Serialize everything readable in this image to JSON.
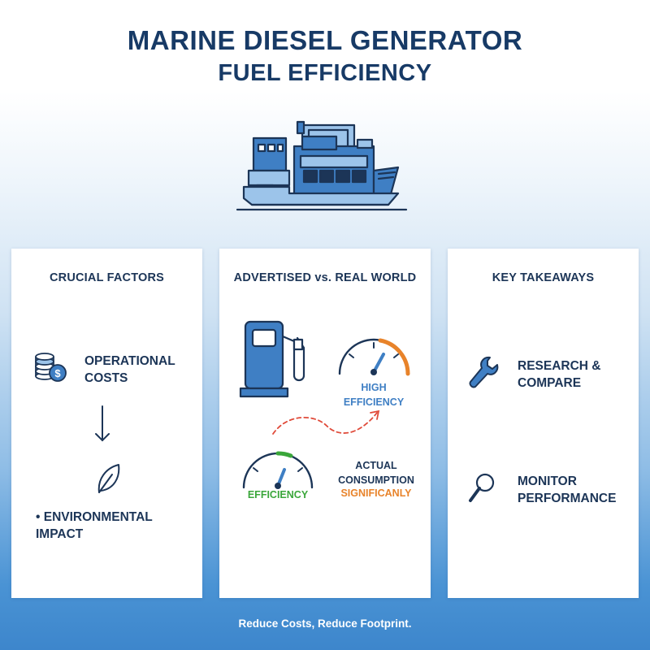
{
  "title": {
    "line1": "MARINE DIESEL GENERATOR",
    "line2": "FUEL EFFICIENCY"
  },
  "cards": {
    "crucial": {
      "title": "CRUCIAL FACTORS",
      "item1": "OPERATIONAL\nCOSTS",
      "item2": "• ENVIRONMENTAL\nIMPACT"
    },
    "advertised": {
      "title": "ADVERTISED vs. REAL WORLD",
      "high_efficiency": "HIGH\nEFFICIENCY",
      "efficiency": "EFFICIENCY",
      "actual_consumption": "ACTUAL\nCONSUMPTION",
      "significantly": "SIGNIFICANLY"
    },
    "takeaways": {
      "title": "KEY TAKEAWAYS",
      "item1": "RESEARCH &\nCOMPARE",
      "item2": "MONITOR\nPERFORMANCE"
    }
  },
  "footer": "Reduce Costs, Reduce Footprint.",
  "colors": {
    "navy": "#1c3557",
    "accent_blue": "#3f7fc4",
    "light_blue": "#9cc4ea",
    "green": "#3aa63a",
    "orange": "#e8832a",
    "red_dashed": "#e04b3a"
  },
  "icons": {
    "header": "ship-generator-icon",
    "coins": "coins-dollar-icon",
    "arrow": "arrow-down-icon",
    "leaf": "leaf-icon",
    "pump": "fuel-pump-icon",
    "gauge_high": "gauge-high-icon",
    "gauge_low": "gauge-efficiency-icon",
    "wrench": "wrench-icon",
    "magnifier": "magnifier-icon"
  }
}
